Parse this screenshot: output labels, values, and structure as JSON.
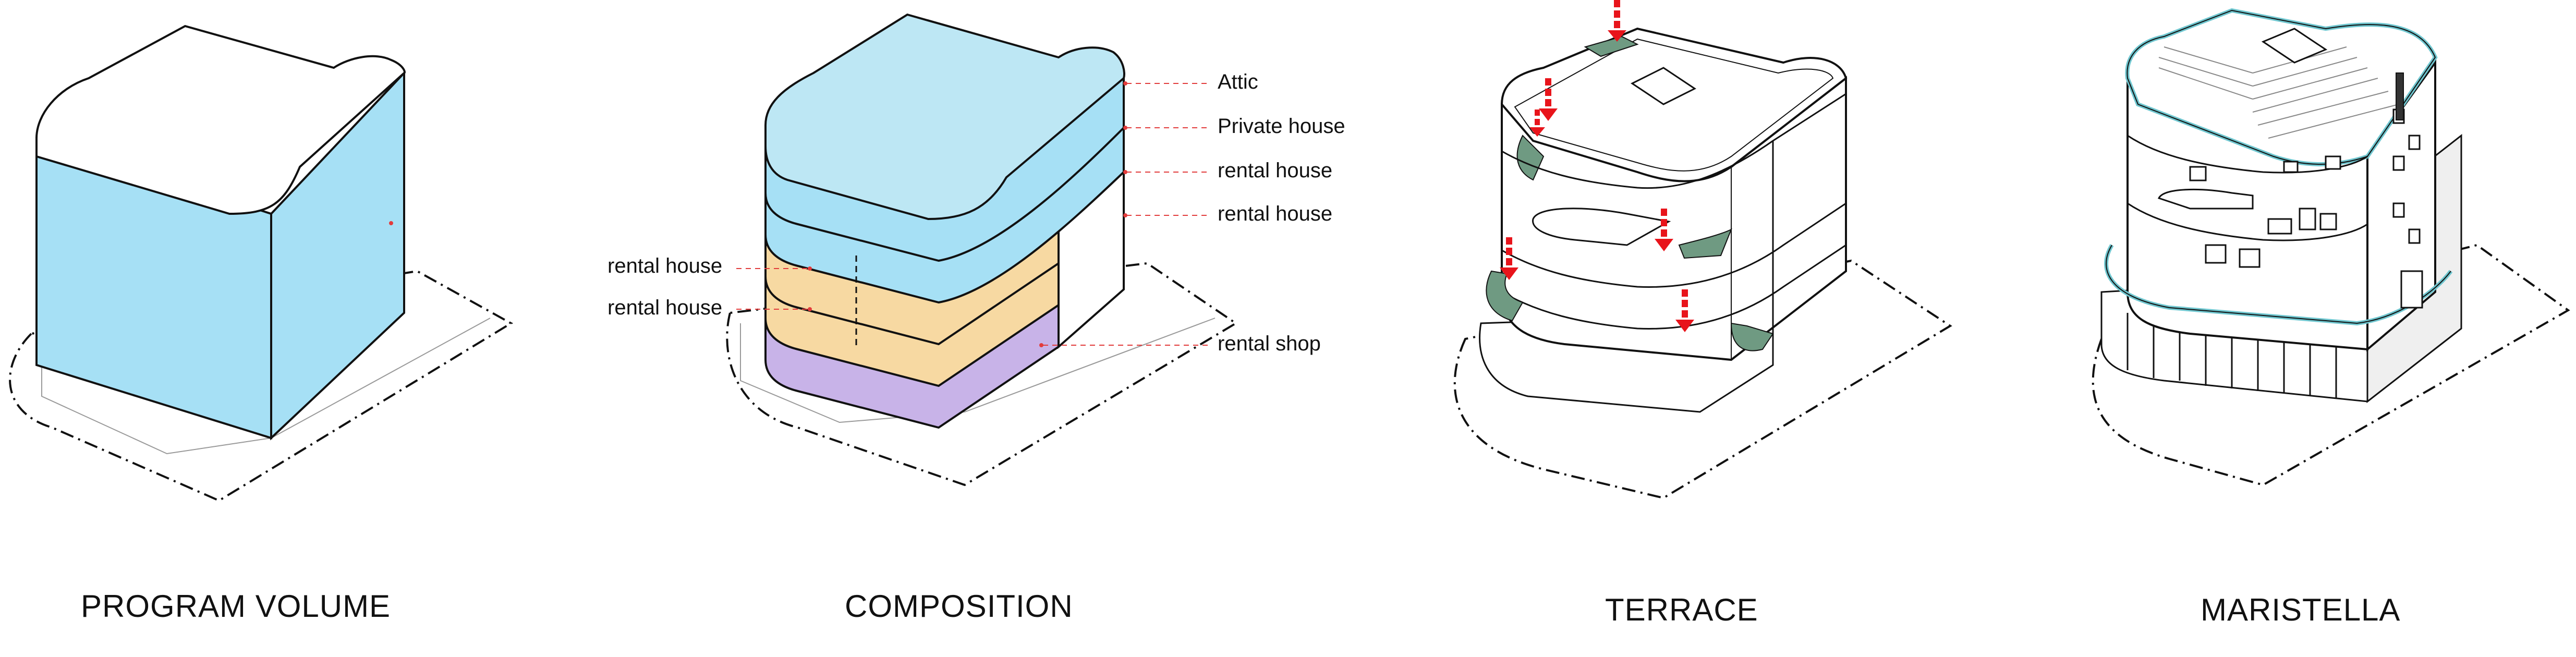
{
  "panels": [
    {
      "caption": "PROGRAM VOLUME"
    },
    {
      "caption": "COMPOSITION"
    },
    {
      "caption": "TERRACE"
    },
    {
      "caption": "MARISTELLA"
    }
  ],
  "composition_labels": {
    "attic": "Attic",
    "private_house": "Private house",
    "rental_house_upper_1": "rental house",
    "rental_house_upper_2": "rental house",
    "rental_house_left_1": "rental house",
    "rental_house_left_2": "rental house",
    "rental_shop": "rental shop"
  },
  "colors": {
    "volume_blue": "#a6e0f5",
    "attic_blue": "#bde7f4",
    "rental_orange": "#f7d9a2",
    "shop_purple": "#c8b3e8",
    "terrace_green": "#6f9a82",
    "arrow_red": "#e8141b",
    "leader_red": "#e23c3c",
    "outline": "#111111"
  }
}
